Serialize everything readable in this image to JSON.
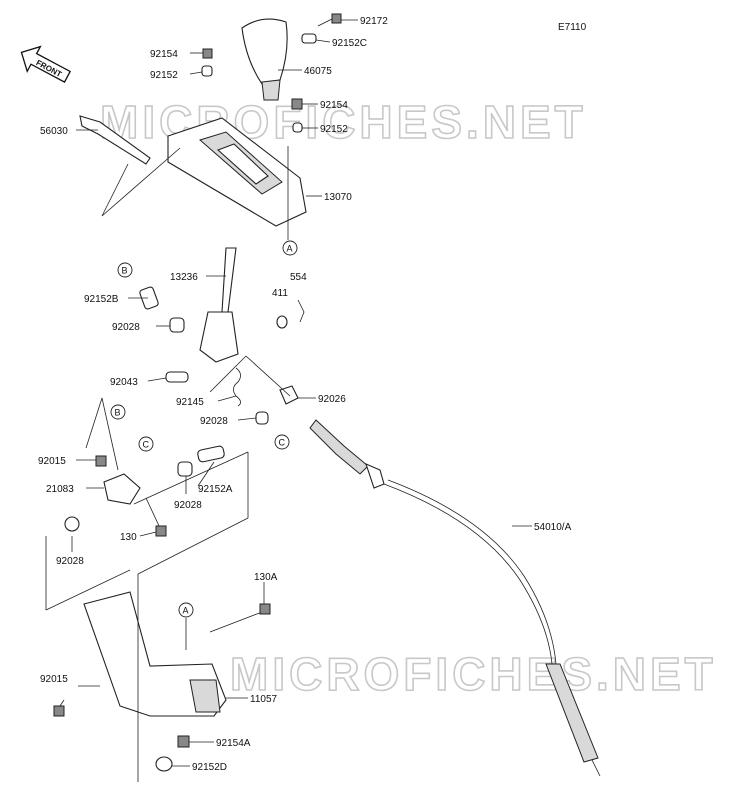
{
  "diagram_code": "E7110",
  "front_label": "FRONT",
  "watermark": "MICROFICHES.NET",
  "ref_circles": {
    "a": "A",
    "b": "B",
    "c": "C"
  },
  "parts": {
    "p92172": "92172",
    "p92152C": "92152C",
    "p46075": "46075",
    "p92154_top": "92154",
    "p92152_top": "92152",
    "p92154_right": "92154",
    "p92152_right": "92152",
    "p56030": "56030",
    "p13070": "13070",
    "p13236": "13236",
    "p554": "554",
    "p411": "411",
    "p92152B": "92152B",
    "p92028_a": "92028",
    "p92043": "92043",
    "p92026": "92026",
    "p92145": "92145",
    "p92028_b": "92028",
    "p92015_a": "92015",
    "p21083": "21083",
    "p92152A": "92152A",
    "p92028_c": "92028",
    "p130": "130",
    "p92028_d": "92028",
    "p54010A": "54010/A",
    "p130A": "130A",
    "p92015_b": "92015",
    "p11057": "11057",
    "p92154A": "92154A",
    "p92152D": "92152D"
  }
}
